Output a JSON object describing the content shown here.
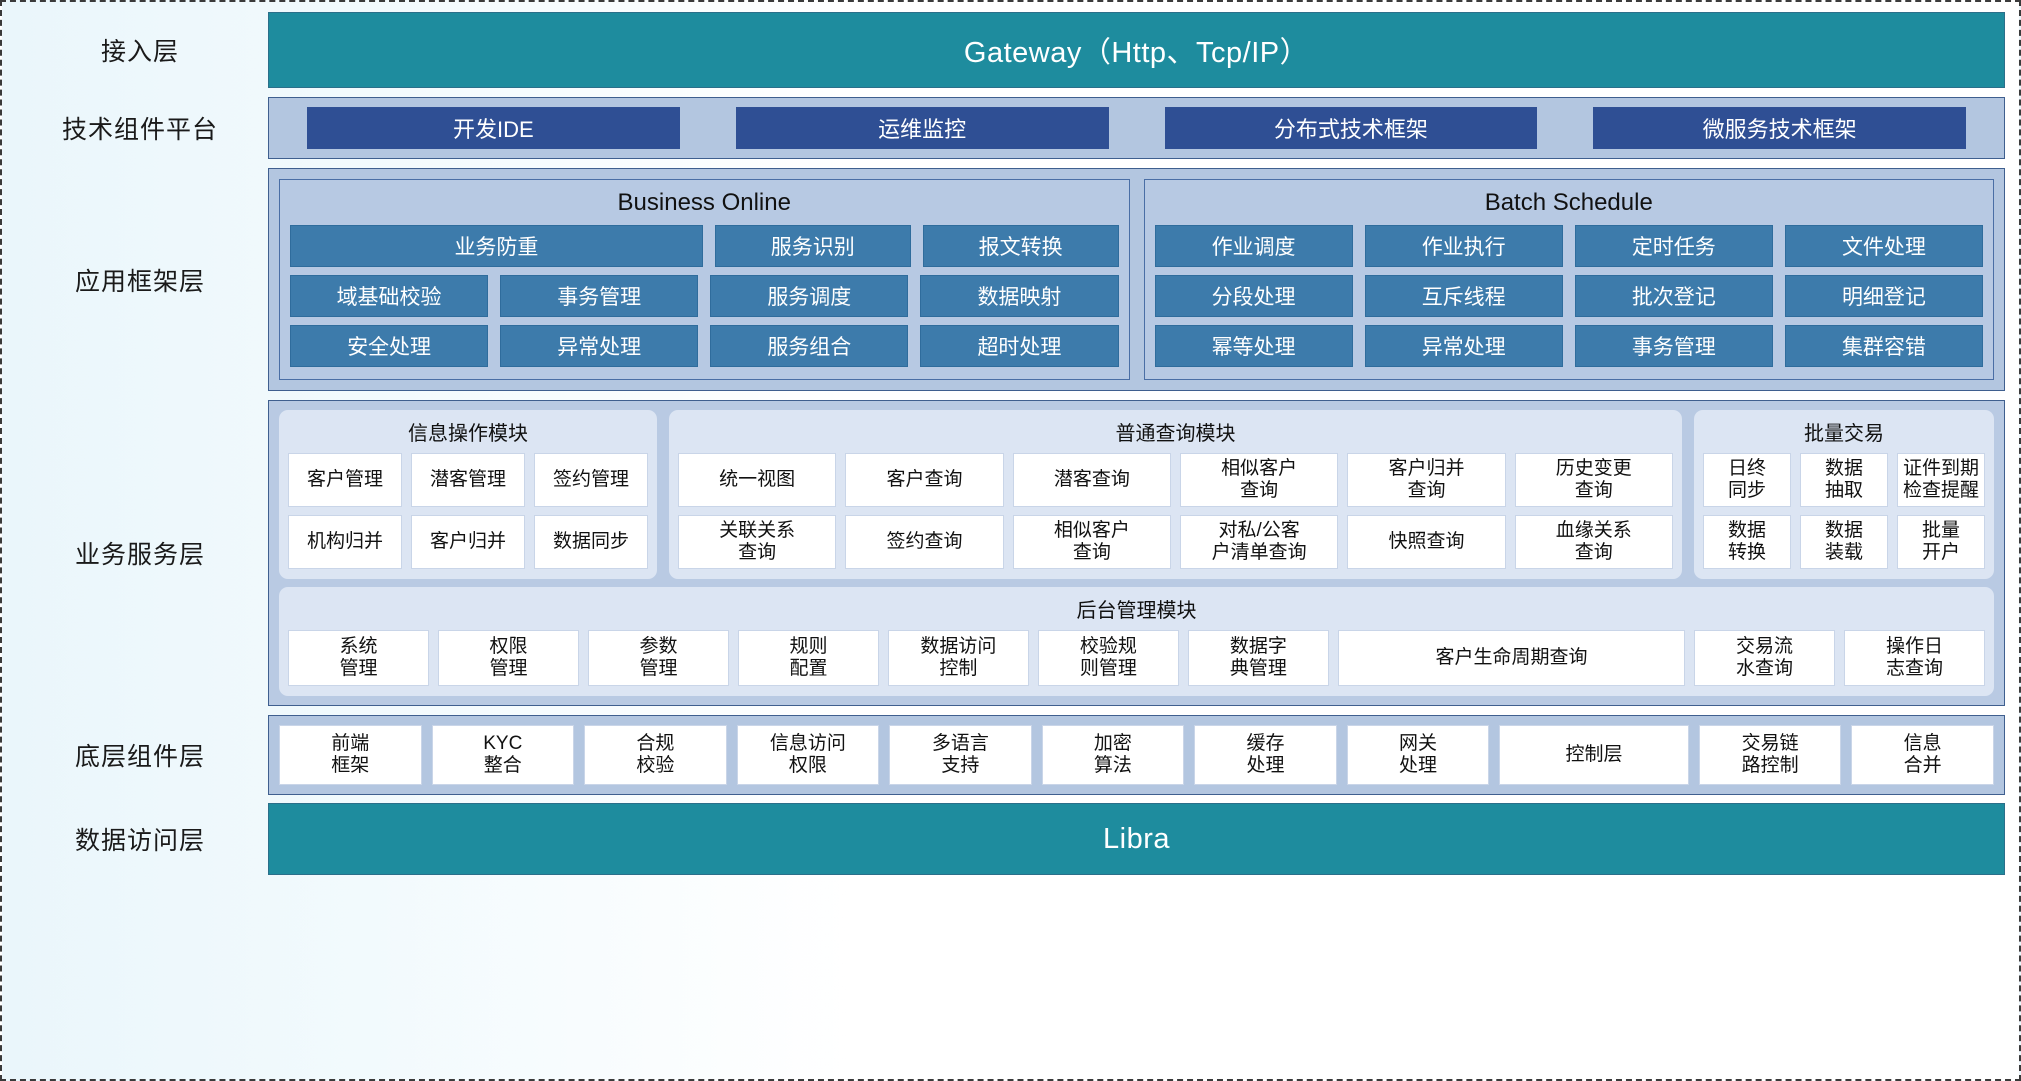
{
  "diagram": {
    "title": "Application Architecture Layers",
    "colors": {
      "teal": "#1e8c9e",
      "dark_blue_chip": "#2f4f94",
      "mid_blue_chip": "#3d7bab",
      "panel_blue": "#b3c6e0",
      "group_light": "#dce5f3",
      "white_box": "#ffffff"
    }
  },
  "layers": {
    "access": {
      "label": "接入层",
      "bar_text": "Gateway（Http、Tcp/IP）"
    },
    "tech_platform": {
      "label": "技术组件平台",
      "chips": [
        "开发IDE",
        "运维监控",
        "分布式技术框架",
        "微服务技术框架"
      ]
    },
    "app_framework": {
      "label": "应用框架层",
      "groups": [
        {
          "title": "Business Online",
          "rows": [
            [
              "业务防重",
              "服务识别",
              "报文转换"
            ],
            [
              "域基础校验",
              "事务管理",
              "服务调度",
              "数据映射"
            ],
            [
              "安全处理",
              "异常处理",
              "服务组合",
              "超时处理"
            ]
          ]
        },
        {
          "title": "Batch Schedule",
          "rows": [
            [
              "作业调度",
              "作业执行",
              "定时任务",
              "文件处理"
            ],
            [
              "分段处理",
              "互斥线程",
              "批次登记",
              "明细登记"
            ],
            [
              "幂等处理",
              "异常处理",
              "事务管理",
              "集群容错"
            ]
          ]
        }
      ]
    },
    "business_service": {
      "label": "业务服务层",
      "modules": [
        {
          "title": "信息操作模块",
          "rows": [
            [
              "客户管理",
              "潜客管理",
              "签约管理"
            ],
            [
              "机构归并",
              "客户归并",
              "数据同步"
            ]
          ]
        },
        {
          "title": "普通查询模块",
          "rows": [
            [
              "统一视图",
              "客户查询",
              "潜客查询",
              "相似客户\n查询",
              "客户归并\n查询",
              "历史变更\n查询"
            ],
            [
              "关联关系\n查询",
              "签约查询",
              "相似客户\n查询",
              "对私/公客\n户清单查询",
              "快照查询",
              "血缘关系\n查询"
            ]
          ]
        },
        {
          "title": "批量交易",
          "rows": [
            [
              "日终\n同步",
              "数据\n抽取",
              "证件到期\n检查提醒"
            ],
            [
              "数据\n转换",
              "数据\n装载",
              "批量\n开户"
            ]
          ]
        }
      ],
      "admin_module": {
        "title": "后台管理模块",
        "items": [
          "系统\n管理",
          "权限\n管理",
          "参数\n管理",
          "规则\n配置",
          "数据访问\n控制",
          "校验规\n则管理",
          "数据字\n典管理",
          "客户生命周期查询",
          "交易流\n水查询",
          "操作日\n志查询"
        ],
        "wide_index": 7
      }
    },
    "base_components": {
      "label": "底层组件层",
      "items": [
        "前端\n框架",
        "KYC\n整合",
        "合规\n校验",
        "信息访问\n权限",
        "多语言\n支持",
        "加密\n算法",
        "缓存\n处理",
        "网关\n处理",
        "控制层",
        "交易链\n路控制",
        "信息\n合并"
      ],
      "wide_index": 8
    },
    "data_access": {
      "label": "数据访问层",
      "bar_text": "Libra"
    }
  }
}
